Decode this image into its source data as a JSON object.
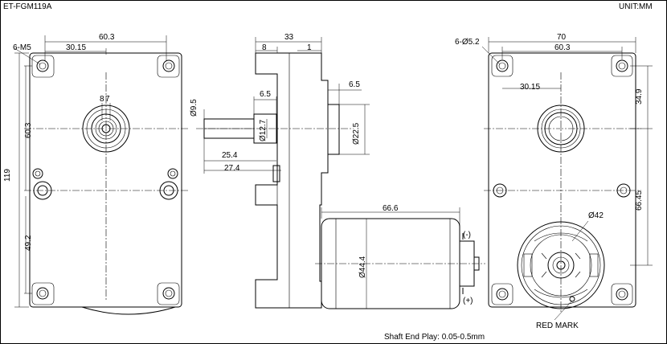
{
  "header": {
    "model": "ET-FGM119A",
    "unit": "UNIT:MM"
  },
  "footer": {
    "note": "Shaft End Play: 0.05-0.5mm"
  },
  "front_view": {
    "width": "60.3",
    "hole_offset": "30.15",
    "holes": "6-M5",
    "height": "119",
    "center_height": "60.3",
    "lower_height": "49.2",
    "shaft_flat": "8",
    "shaft_flat_b": "7"
  },
  "side_view": {
    "depth": "33",
    "flange": "8",
    "gap": "1",
    "shaft_dia": "Ø9.5",
    "boss_len": "6.5",
    "boss_dia": "Ø12.7",
    "shaft_len_a": "25.4",
    "shaft_len_b": "27.4",
    "rear_len": "6.5",
    "rear_dia": "Ø22.5",
    "motor_len": "66.6",
    "motor_dia": "Ø44.4",
    "minus": "(-)",
    "plus": "(+)"
  },
  "rear_view": {
    "width": "70",
    "hole_span": "60.3",
    "hole_offset": "30.15",
    "holes": "6-Ø5.2",
    "upper_height": "34.9",
    "lower_height": "66.45",
    "motor_dia": "Ø42",
    "red_mark": "RED MARK"
  }
}
